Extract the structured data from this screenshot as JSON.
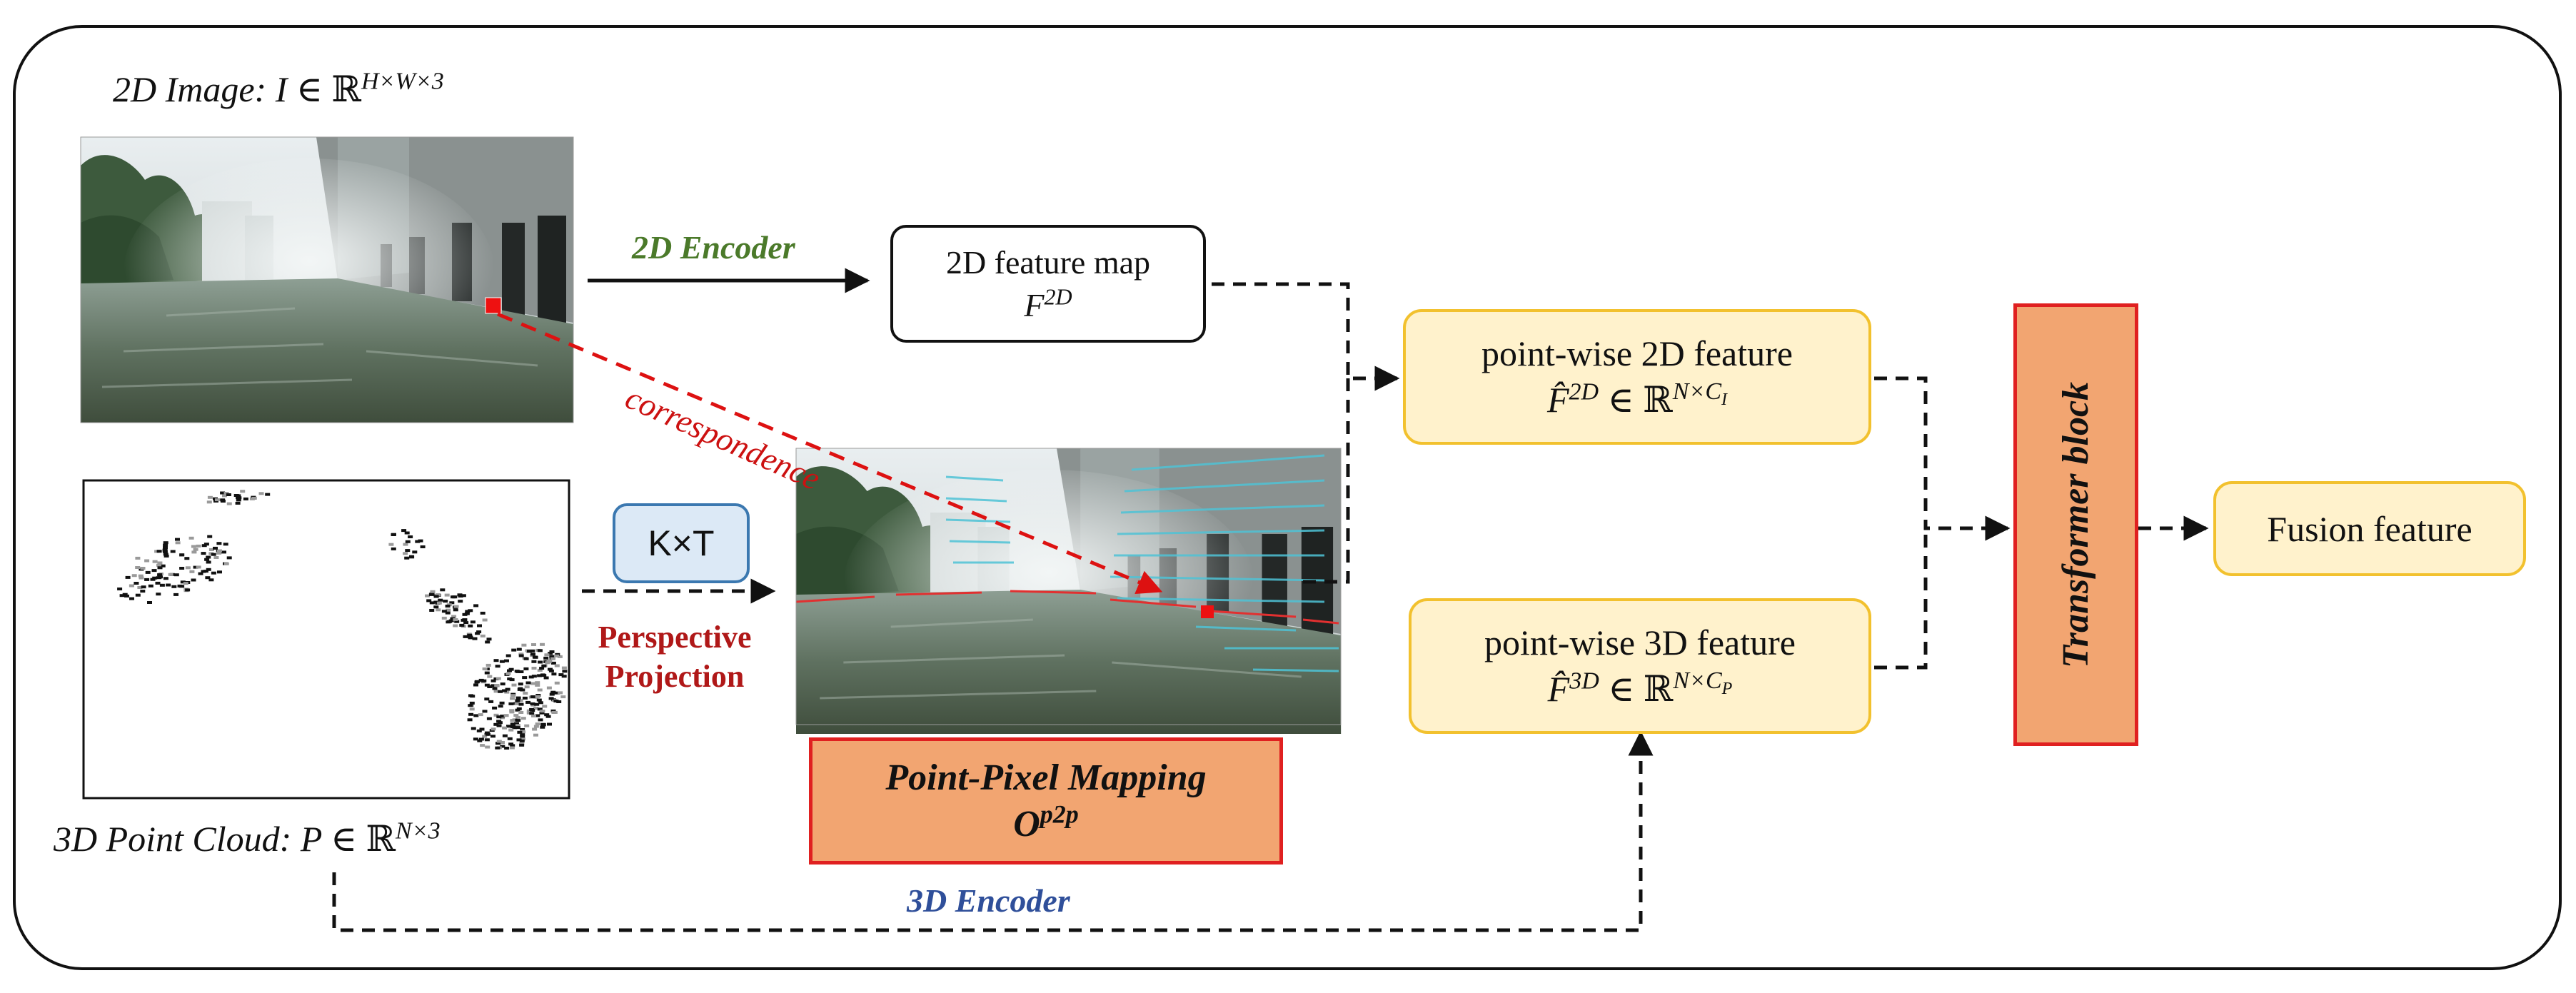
{
  "image_section": {
    "label_prefix": "2D Image: ",
    "label_symbol": "I ∈ ",
    "label_field": "ℝ",
    "label_sup": "H×W×3"
  },
  "pointcloud_section": {
    "label_prefix": "3D Point Cloud:  ",
    "label_symbol": "P ∈ ",
    "label_field": "ℝ",
    "label_sup": "N×3"
  },
  "encoders": {
    "enc2d": "2D Encoder",
    "enc3d": "3D Encoder",
    "enc2d_color": "#4b7a2a",
    "enc3d_color": "#2f4f9a"
  },
  "correspondence": {
    "label": "correspondence",
    "color": "#cc1111"
  },
  "kt_box": {
    "label": "K×T"
  },
  "projection": {
    "line1": "Perspective",
    "line2": "Projection",
    "color": "#b01818"
  },
  "feature_map": {
    "line1": "2D feature map",
    "sym": "F",
    "sup": "2D"
  },
  "pw2d": {
    "line1": "point-wise 2D feature",
    "sym": "F̂",
    "sup": "2D",
    "rel": " ∈ ",
    "field": "ℝ",
    "field_sup": "N×",
    "field_sup_c": "C",
    "field_sup_sub": "I"
  },
  "pw3d": {
    "line1": "point-wise 3D feature",
    "sym": "F̂",
    "sup": "3D",
    "rel": " ∈ ",
    "field": "ℝ",
    "field_sup": "N×",
    "field_sup_c": "C",
    "field_sup_sub": "P"
  },
  "mapping": {
    "line1": "Point-Pixel Mapping",
    "sym": "O",
    "sup": "p2p"
  },
  "transformer": {
    "label": "Transformer block"
  },
  "fusion": {
    "label": "Fusion feature"
  },
  "colors": {
    "yellow_fill": "#fff2cc",
    "yellow_border": "#f2c12e",
    "orange_fill": "#f2a571",
    "red_border": "#e02020",
    "kt_fill": "#dce9f6",
    "kt_border": "#3b78b0"
  }
}
